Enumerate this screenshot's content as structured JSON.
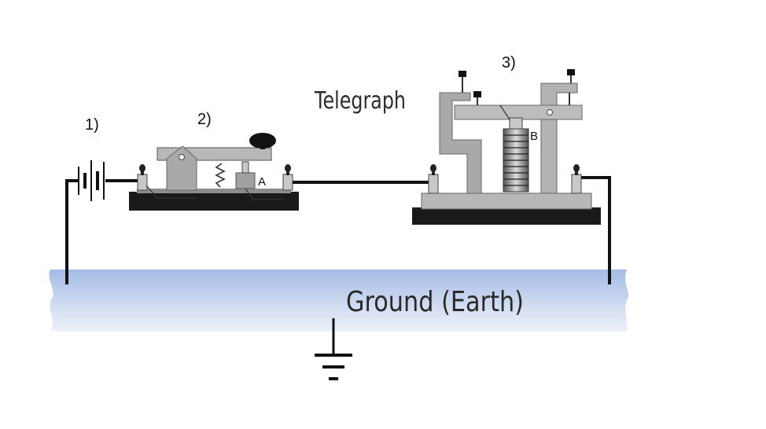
{
  "labels": {
    "battery_number": "1)",
    "key_number": "2)",
    "sounder_number": "3)",
    "title": "Telegraph",
    "ground": "Ground (Earth)",
    "key_contact": "A",
    "electromagnet": "B"
  },
  "colors": {
    "wire": "#111111",
    "base": "#1a1a1a",
    "metal_gray": "#a8a8a8",
    "frame_gray": "#b9b9b9",
    "ground_top": "#a9bfe6",
    "ground_bottom": "#e9eef8"
  }
}
